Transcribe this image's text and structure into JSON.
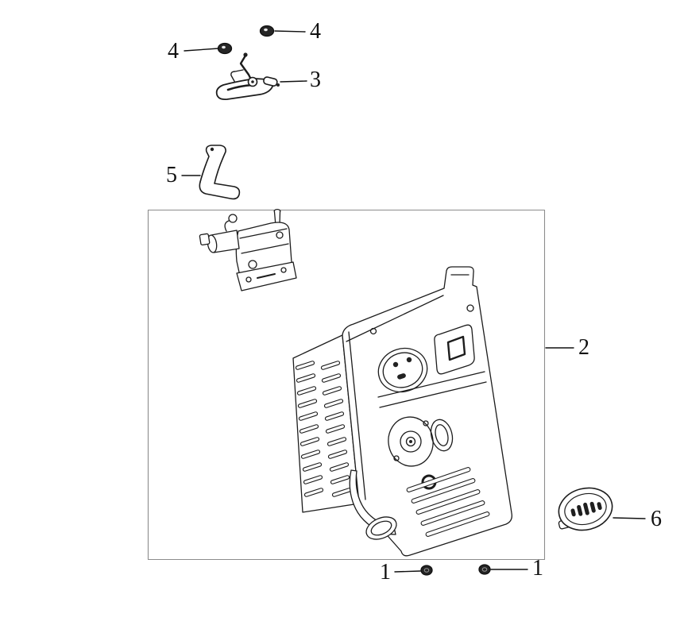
{
  "colors": {
    "background": "#ffffff",
    "line": "#1c1c1c",
    "boundary_box": "#8c8c8c",
    "dark_fill": "#242424"
  },
  "diagram": {
    "kind": "exploded-parts-diagram",
    "callouts": [
      {
        "id": "callout-4-top",
        "label": "4"
      },
      {
        "id": "callout-4-left",
        "label": "4"
      },
      {
        "id": "callout-3",
        "label": "3"
      },
      {
        "id": "callout-5",
        "label": "5"
      },
      {
        "id": "callout-2",
        "label": "2"
      },
      {
        "id": "callout-6",
        "label": "6"
      },
      {
        "id": "callout-1-left",
        "label": "1"
      },
      {
        "id": "callout-1-right",
        "label": "1"
      }
    ]
  }
}
